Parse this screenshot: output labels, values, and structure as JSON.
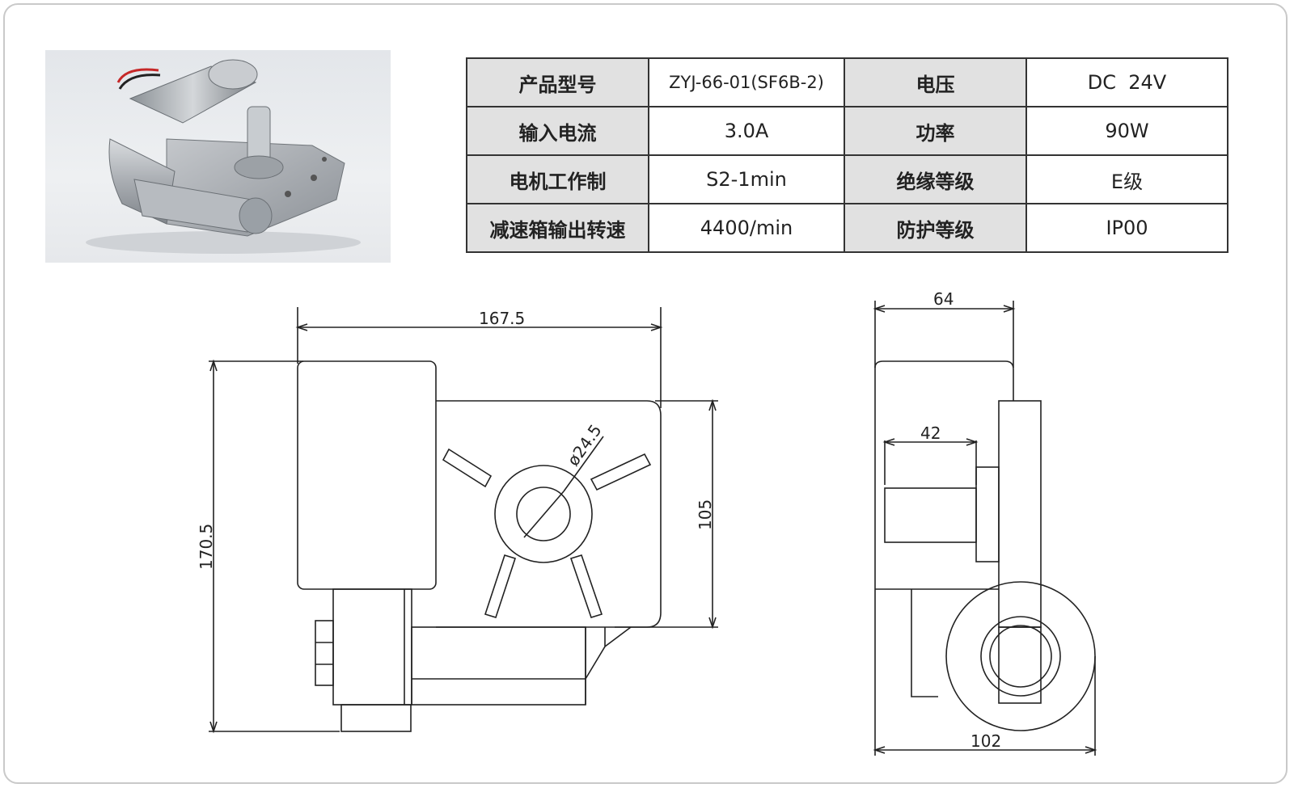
{
  "spec_table": {
    "rows": [
      {
        "label1": "产品型号",
        "value1": "ZYJ-66-01(SF6B-2)",
        "label2": "电压",
        "value2": "DC  24V"
      },
      {
        "label1": "输入电流",
        "value1": "3.0A",
        "label2": "功率",
        "value2": "90W"
      },
      {
        "label1": "电机工作制",
        "value1": "S2-1min",
        "label2": "绝缘等级",
        "value2": "E级"
      },
      {
        "label1": "减速箱输出转速",
        "value1": "4400/min",
        "label2": "防护等级",
        "value2": "IP00"
      }
    ]
  },
  "front_view": {
    "width": "167.5",
    "height": "170.5",
    "gearbox_height": "105",
    "shaft_diameter": "ø24.5"
  },
  "side_view": {
    "top_width": "64",
    "motor_width": "42",
    "base_width": "102"
  },
  "colors": {
    "line": "#222222",
    "header_cell": "#e1e1e1",
    "card_border": "#c9c9c9"
  }
}
